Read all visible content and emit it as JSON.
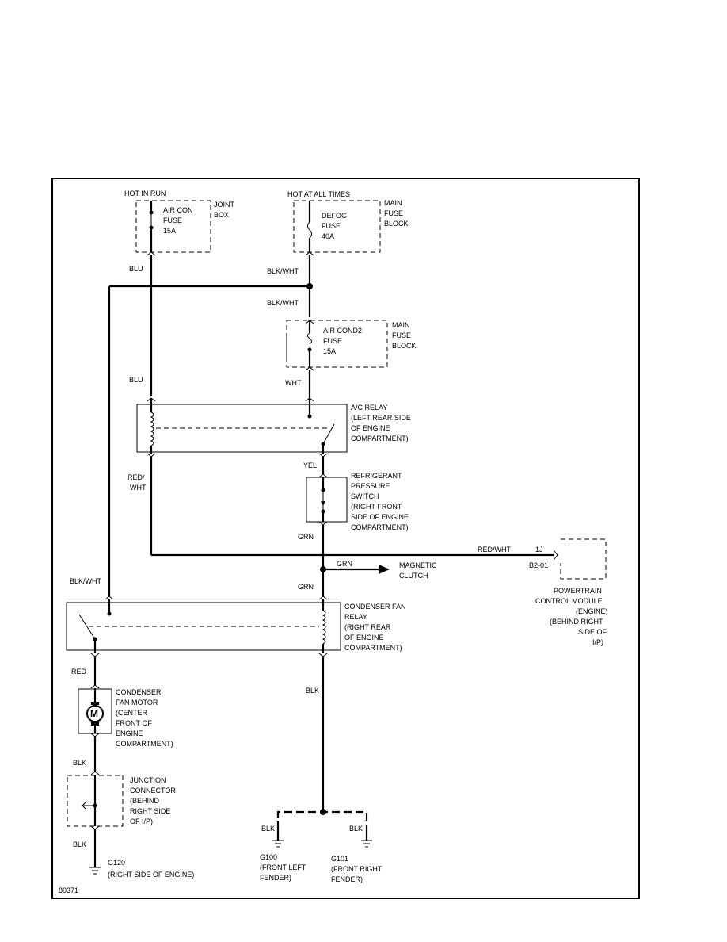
{
  "diagram_id": "80371",
  "sources": {
    "hot_in_run": "HOT IN RUN",
    "hot_at_all_times": "HOT AT ALL TIMES"
  },
  "fuses": {
    "aircon": [
      "AIR CON",
      "FUSE",
      "15A"
    ],
    "aircon_location": [
      "JOINT",
      "BOX"
    ],
    "defog": [
      "DEFOG",
      "FUSE",
      "40A"
    ],
    "defog_location": [
      "MAIN",
      "FUSE",
      "BLOCK"
    ],
    "aircond2": [
      "AIR COND2",
      "FUSE",
      "15A"
    ],
    "aircond2_location": [
      "MAIN",
      "FUSE",
      "BLOCK"
    ]
  },
  "components": {
    "ac_relay": [
      "A/C RELAY",
      "(LEFT REAR SIDE",
      "OF ENGINE",
      "COMPARTMENT)"
    ],
    "refrigerant_switch": [
      "REFRIGERANT",
      "PRESSURE",
      "SWITCH",
      "(RIGHT FRONT",
      "SIDE OF ENGINE",
      "COMPARTMENT)"
    ],
    "magnetic_clutch": [
      "MAGNETIC",
      "CLUTCH"
    ],
    "pcm": [
      "POWERTRAIN",
      "CONTROL MODULE",
      "(ENGINE)",
      "(BEHIND RIGHT",
      "SIDE OF",
      "I/P)"
    ],
    "pcm_pin": "1J",
    "pcm_connector": "B2-01",
    "condenser_relay": [
      "CONDENSER FAN",
      "RELAY",
      "(RIGHT REAR",
      "OF ENGINE",
      "COMPARTMENT)"
    ],
    "fan_motor": [
      "CONDENSER",
      "FAN MOTOR",
      "(CENTER",
      "FRONT OF",
      "ENGINE",
      "COMPARTMENT)"
    ],
    "motor_symbol": "M",
    "junction": [
      "JUNCTION",
      "CONNECTOR",
      "(BEHIND",
      "RIGHT SIDE",
      "OF I/P)"
    ]
  },
  "grounds": {
    "g120": [
      "G120",
      "(RIGHT SIDE OF ENGINE)"
    ],
    "g100": [
      "G100",
      "(FRONT LEFT",
      "FENDER)"
    ],
    "g101": [
      "G101",
      "(FRONT RIGHT",
      "FENDER)"
    ]
  },
  "wires": {
    "blu_top": "BLU",
    "blk_wht_top": "BLK/WHT",
    "blk_wht_mid": "BLK/WHT",
    "blu_mid": "BLU",
    "wht": "WHT",
    "yel": "YEL",
    "red_wht_left": [
      "RED/",
      "WHT"
    ],
    "grn_switch": "GRN",
    "red_wht_right": "RED/WHT",
    "grn_clutch": "GRN",
    "blk_wht_left": "BLK/WHT",
    "grn_relay": "GRN",
    "red": "RED",
    "blk_center": "BLK",
    "blk_motor": "BLK",
    "blk_junction": "BLK",
    "blk_g100": "BLK",
    "blk_g101": "BLK"
  }
}
